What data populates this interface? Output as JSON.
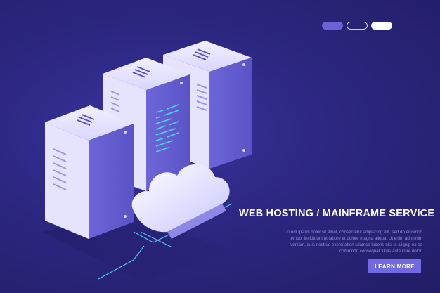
{
  "pager": {
    "slides": [
      {
        "state": "active",
        "color": "#6b63d6"
      },
      {
        "state": "outline",
        "color": "#cfd0ff"
      },
      {
        "state": "filled",
        "color": "#ffffff"
      }
    ]
  },
  "hero": {
    "illustration": "server-rack-cloud-icon",
    "headline": "WEB HOSTING / MAINFRAME SERVICE",
    "body": "Lorem ipsum dolor sit amet, consectetur adipiscing elit, sed do eiusmod tempor incididunt ut labore et dolore magna aliqua. Ut enim ad minim veniam, quis nostrud exercitation ullamco laboris nisi ut aliquip ex ea commodo consequat. Duis aute irure dolor.",
    "cta_label": "LEARN MORE"
  },
  "colors": {
    "background": "#2a2577",
    "accent": "#7069e0",
    "server_light": "#e9e7ff",
    "server_mid": "#a9a3f0",
    "screen_glow": "#4fd3f2"
  }
}
